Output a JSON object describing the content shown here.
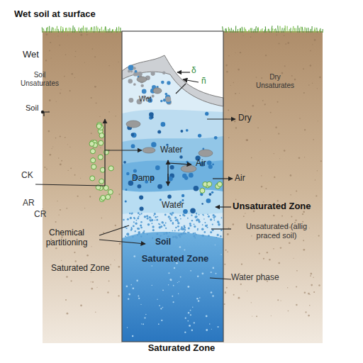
{
  "diagram": {
    "title": "Wet soil at surface",
    "caption": "Saturated Zone",
    "labels": [
      "Wet",
      "δ",
      "Soil Unsaturates",
      "Dry Unsaturates",
      "ñ",
      "Wet",
      "Dry",
      "Soil",
      "Water",
      "Air",
      "Damp",
      "Air",
      "CK",
      "Water",
      "Unsaturated Zone",
      "AR",
      "CR",
      "Chemical partitioning",
      "Unsaturated (allig praced soil)",
      "Soil",
      "Saturated Zone",
      "Saturated Zone",
      "Water phase"
    ]
  }
}
